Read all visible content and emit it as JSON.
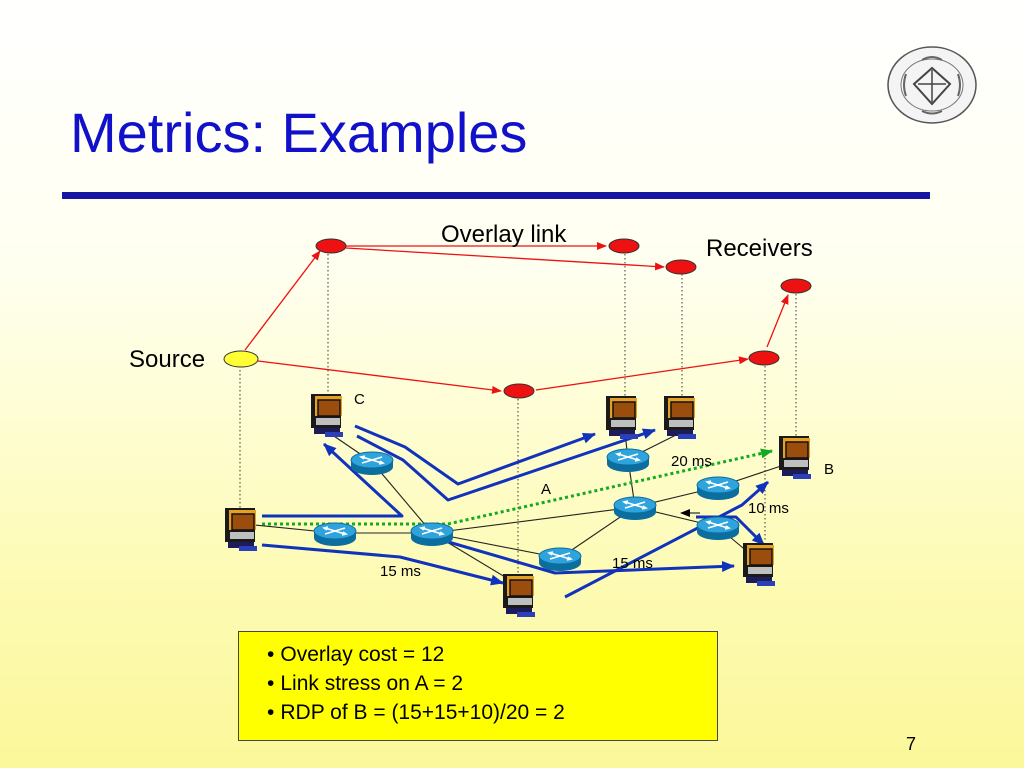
{
  "slide": {
    "title": "Metrics: Examples",
    "page_number": "7"
  },
  "diagram": {
    "labels": {
      "overlay_link": "Overlay link",
      "receivers": "Receivers",
      "source": "Source",
      "node_c": "C",
      "node_b": "B",
      "node_a": "A",
      "delay_20": "20 ms",
      "delay_10": "10 ms",
      "delay_15_left": "15 ms",
      "delay_15_right": "15 ms"
    },
    "colors": {
      "overlay_link": "#ee1111",
      "overlay_node": "#ee1111",
      "source_node": "#ffff33",
      "path_arrow": "#1133bb",
      "direct_path": "#11aa22"
    }
  },
  "metrics": {
    "bullet": "•",
    "items": [
      "Overlay cost = 12",
      "Link stress on A = 2",
      "RDP of B = (15+15+10)/20 = 2"
    ]
  }
}
